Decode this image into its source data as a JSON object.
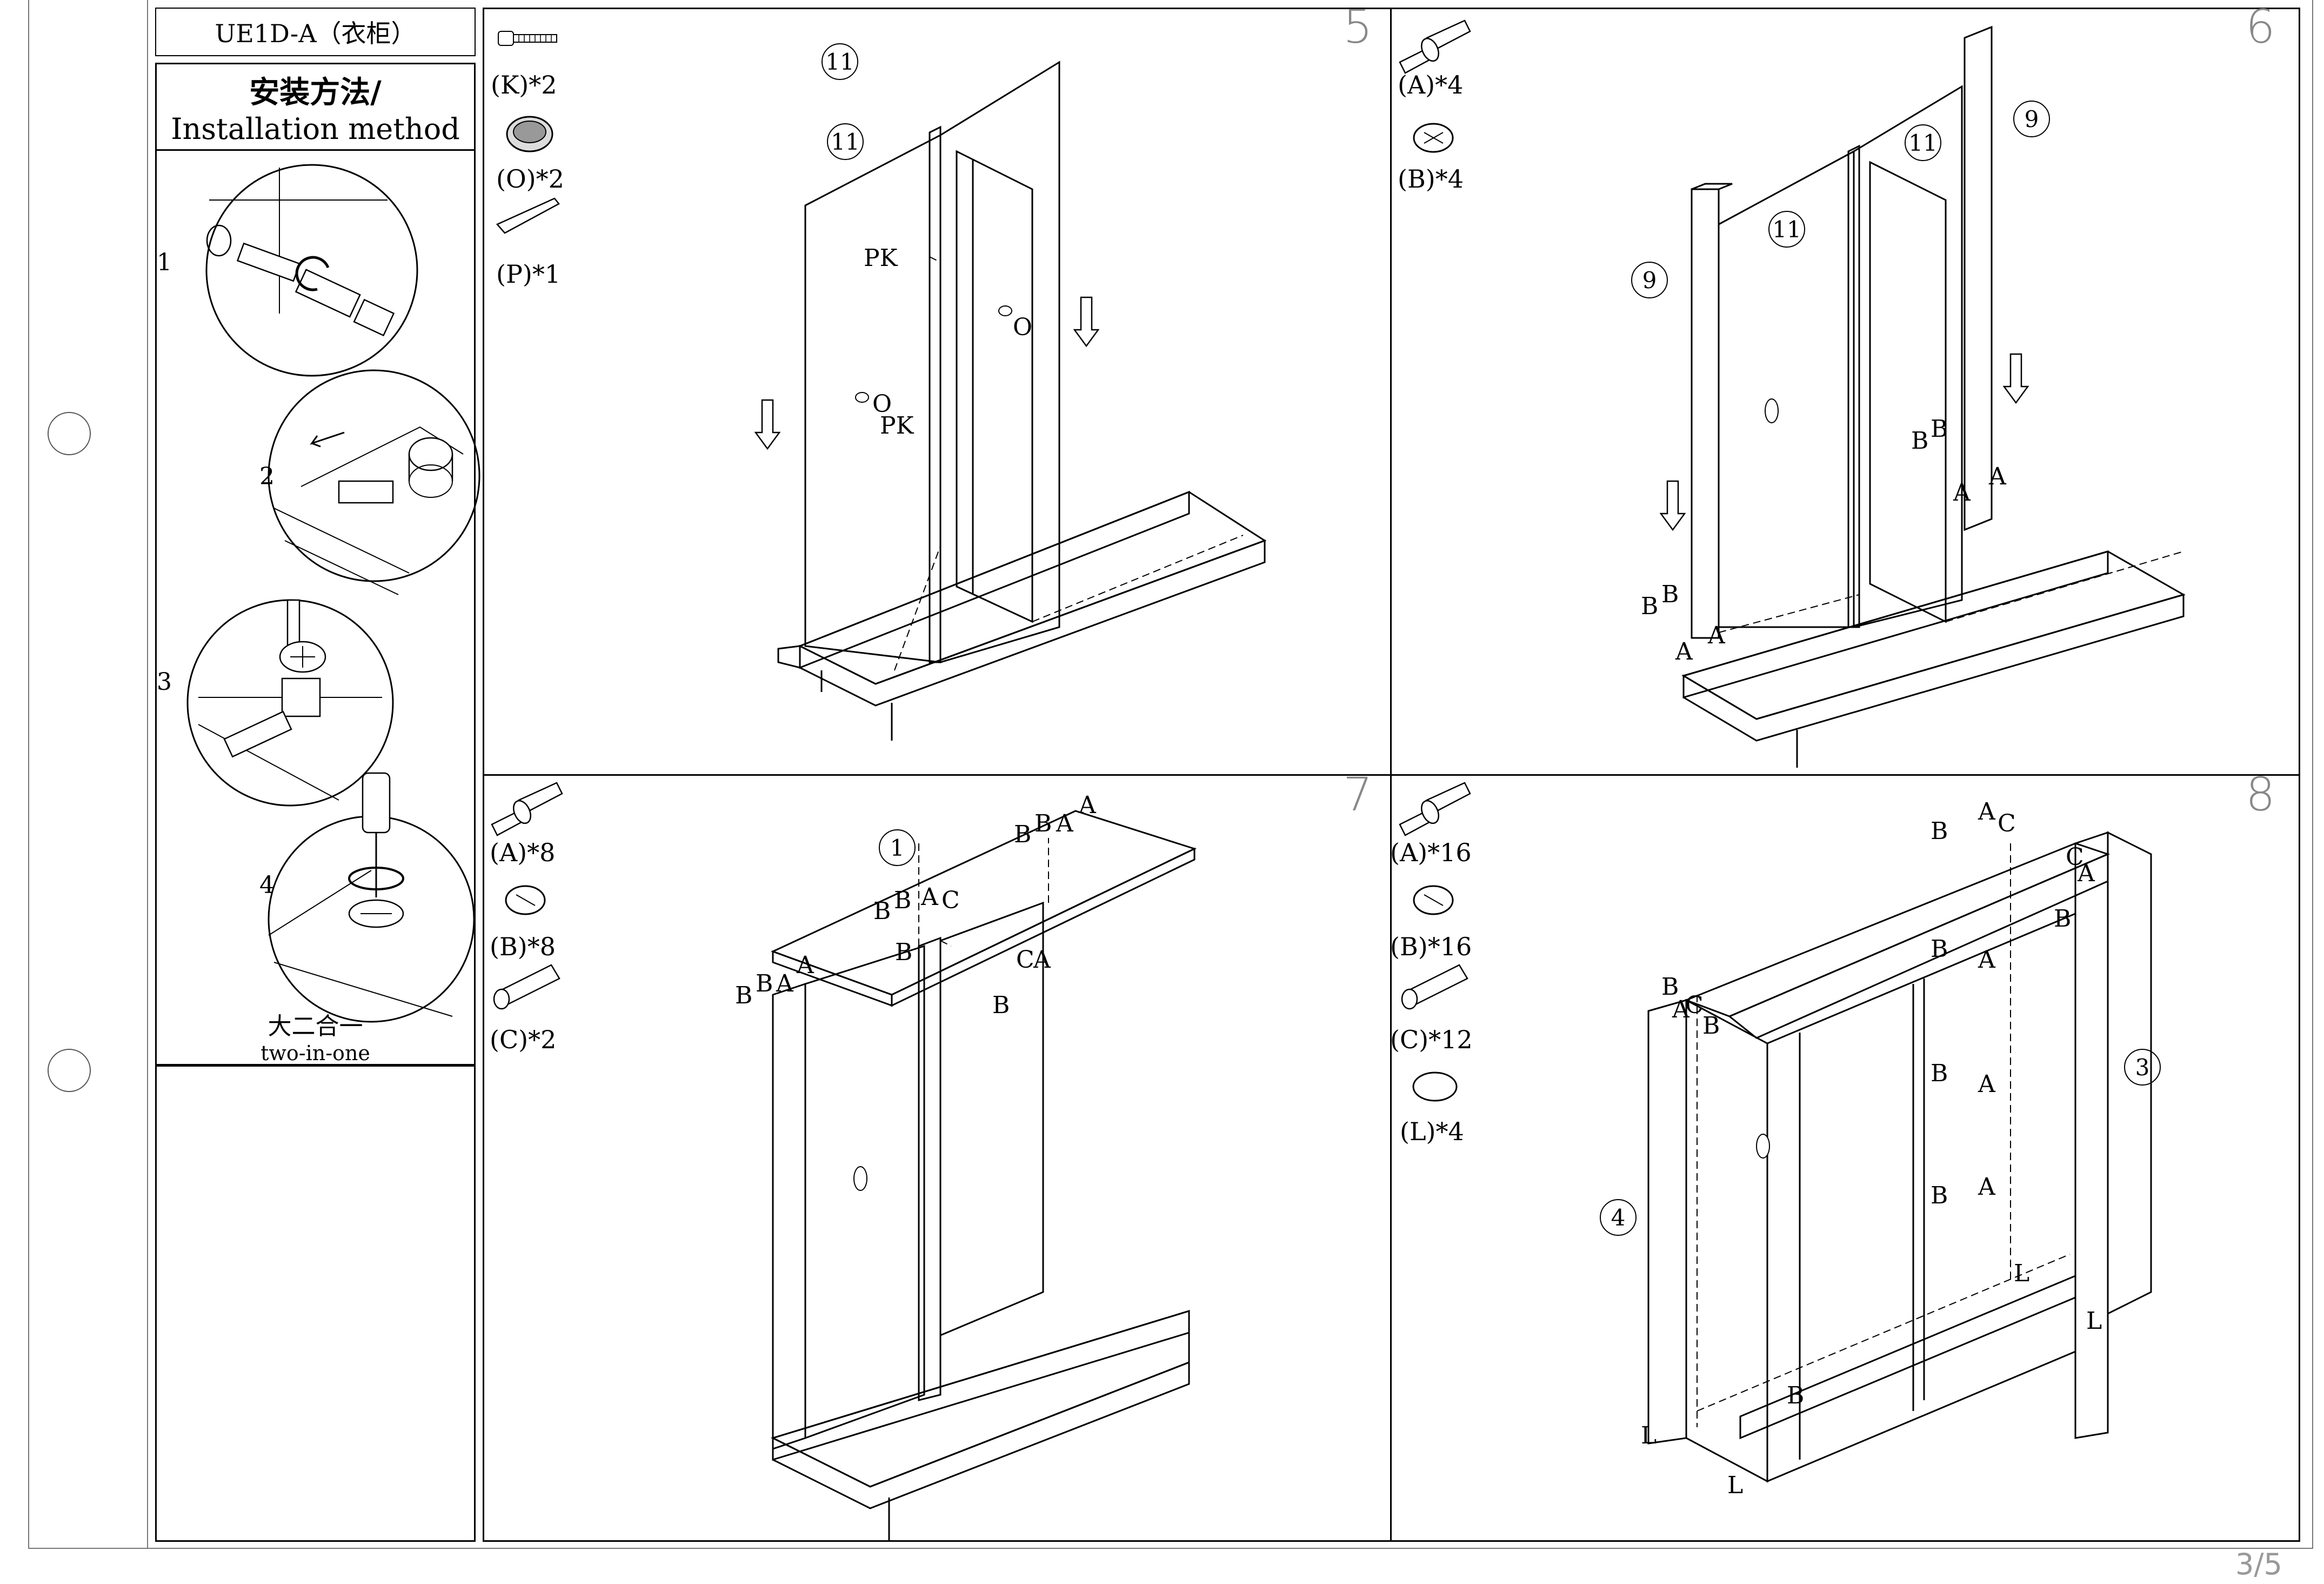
{
  "header": {
    "model": "UE1D-A（衣柜）",
    "method_cn": "安装方法/",
    "method_en": "Installation method"
  },
  "method_steps": [
    "1",
    "2",
    "3",
    "4"
  ],
  "method_caption_cn": "大二合一",
  "method_caption_en": "two-in-one",
  "page_number": "3/5",
  "steps": [
    {
      "number": "5",
      "parts": [
        "(K)*2",
        "(O)*2",
        "(P)*1"
      ],
      "panel_labels": [
        "11",
        "11"
      ],
      "callouts": [
        "PK",
        "PK",
        "O",
        "O"
      ]
    },
    {
      "number": "6",
      "parts": [
        "(A)*4",
        "(B)*4"
      ],
      "panel_labels": [
        "9",
        "11",
        "11",
        "9"
      ],
      "callouts": [
        "B",
        "B",
        "A",
        "A",
        "B",
        "B",
        "A",
        "A"
      ]
    },
    {
      "number": "7",
      "parts": [
        "(A)*8",
        "(B)*8",
        "(C)*2"
      ],
      "panel_labels": [
        "1"
      ],
      "callouts": [
        "B",
        "B",
        "A",
        "A",
        "B",
        "B",
        "A",
        "C",
        "B",
        "B",
        "B",
        "A",
        "A",
        "C",
        "A",
        "B"
      ]
    },
    {
      "number": "8",
      "parts": [
        "(A)*16",
        "(B)*16",
        "(C)*12",
        "(L)*4"
      ],
      "panel_labels": [
        "4",
        "3"
      ],
      "callouts": [
        "B",
        "A",
        "C",
        "B",
        "B",
        "A",
        "C",
        "C",
        "A",
        "B",
        "A",
        "B",
        "A",
        "B",
        "A",
        "B",
        "B",
        "L",
        "L",
        "L",
        "L"
      ]
    }
  ]
}
